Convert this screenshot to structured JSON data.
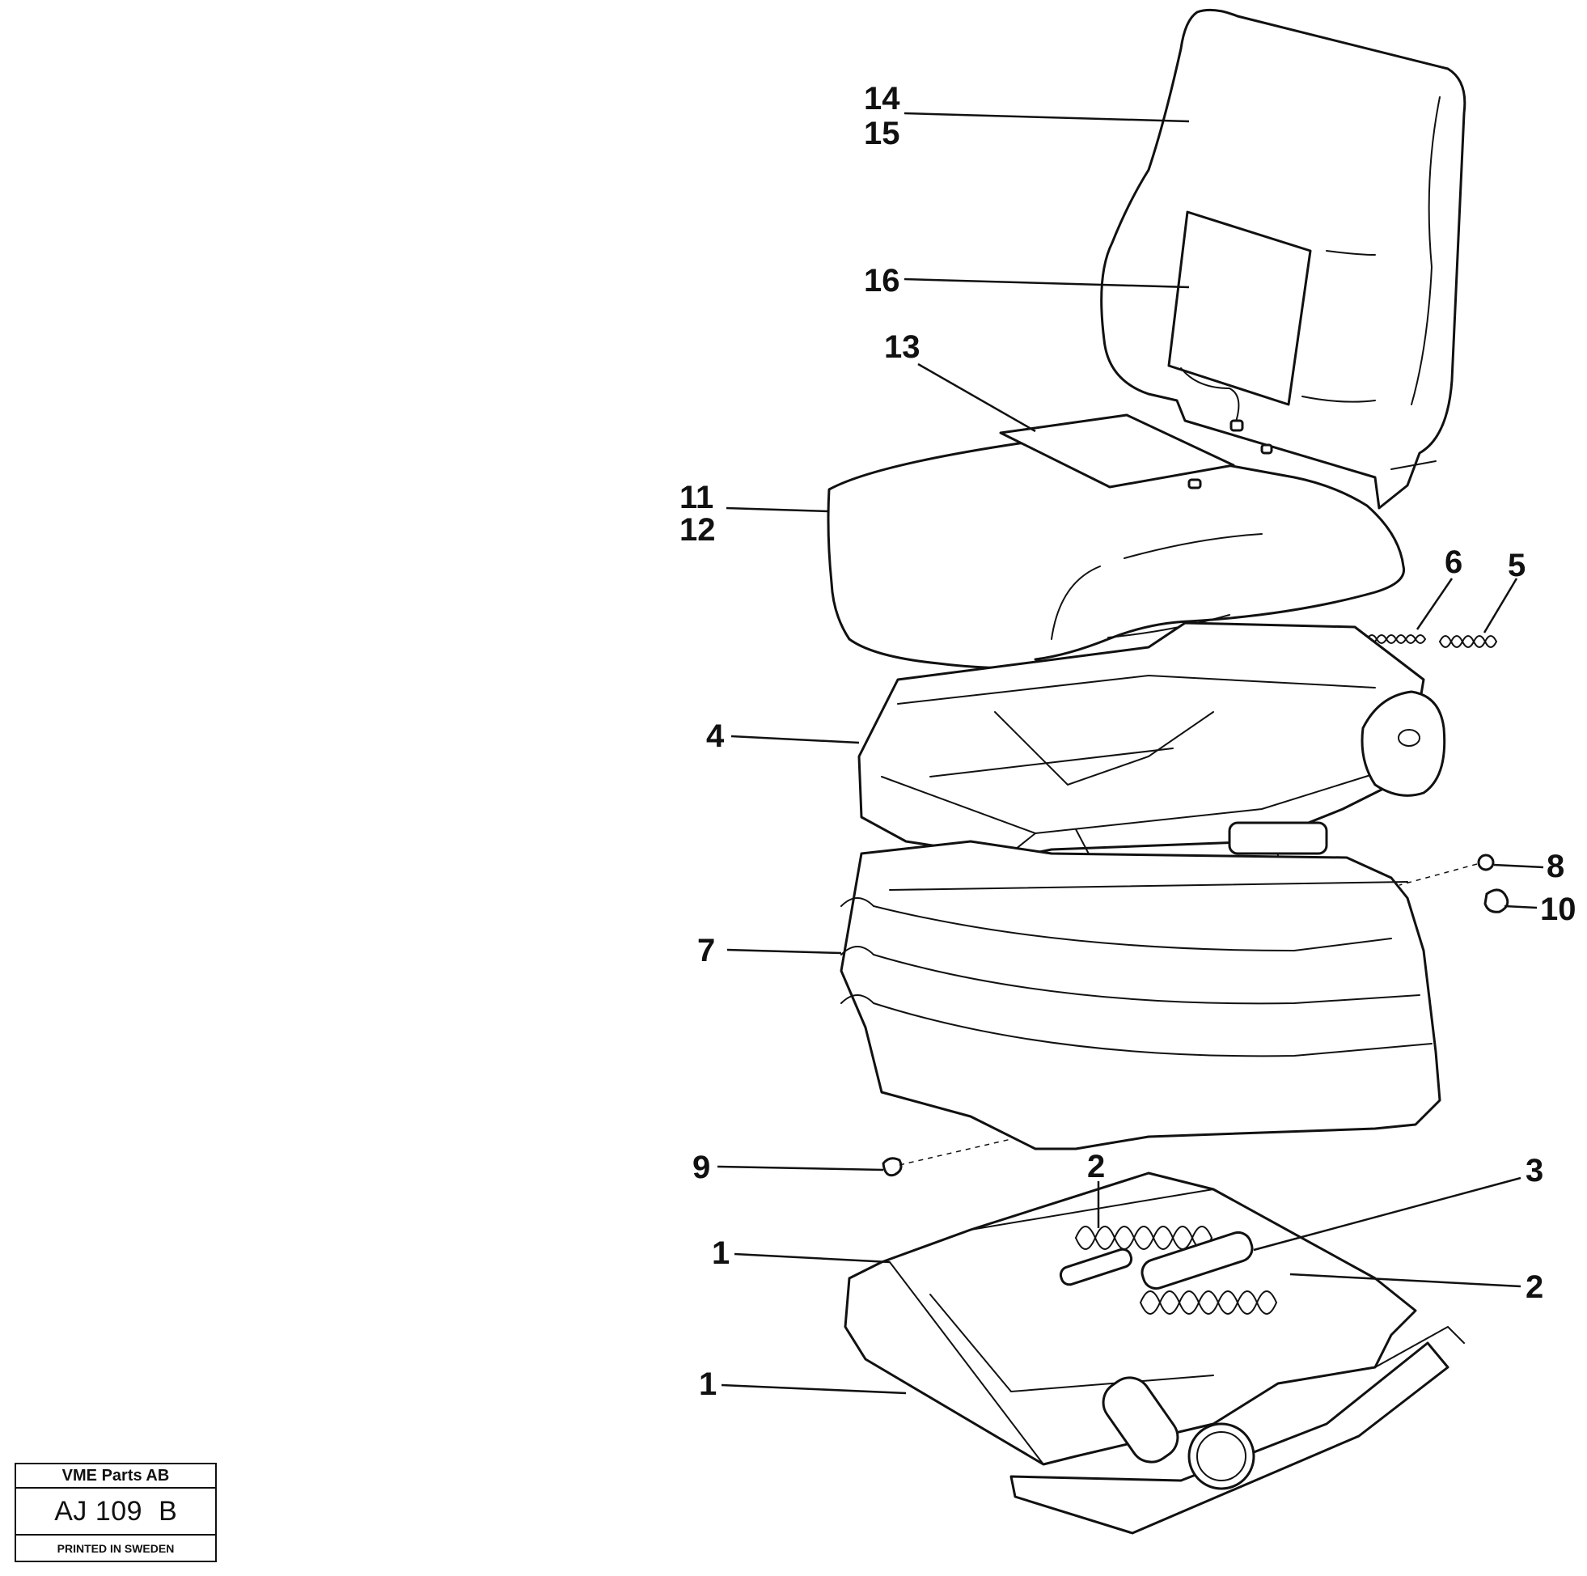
{
  "callouts": [
    {
      "id": "c14",
      "text": "14"
    },
    {
      "id": "c15",
      "text": "15"
    },
    {
      "id": "c16",
      "text": "16"
    },
    {
      "id": "c13",
      "text": "13"
    },
    {
      "id": "c11",
      "text": "11"
    },
    {
      "id": "c12",
      "text": "12"
    },
    {
      "id": "c6",
      "text": "6"
    },
    {
      "id": "c5",
      "text": "5"
    },
    {
      "id": "c4",
      "text": "4"
    },
    {
      "id": "c8",
      "text": "8"
    },
    {
      "id": "c10",
      "text": "10"
    },
    {
      "id": "c7",
      "text": "7"
    },
    {
      "id": "c9",
      "text": "9"
    },
    {
      "id": "c2a",
      "text": "2"
    },
    {
      "id": "c3",
      "text": "3"
    },
    {
      "id": "c1a",
      "text": "1"
    },
    {
      "id": "c2b",
      "text": "2"
    },
    {
      "id": "c1b",
      "text": "1"
    }
  ],
  "title_block": {
    "company": "VME Parts AB",
    "code": "AJ 109",
    "revision": "B",
    "printed": "PRINTED IN SWEDEN"
  }
}
